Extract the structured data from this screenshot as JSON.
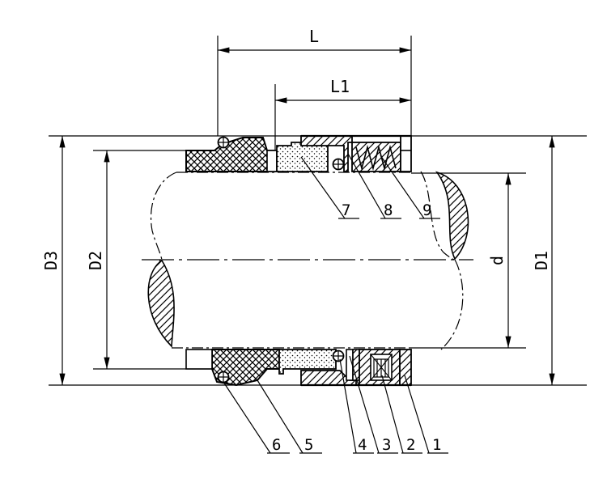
{
  "dimensions": {
    "L": "L",
    "L1": "L1",
    "D3": "D3",
    "D2": "D2",
    "D1": "D1",
    "d": "d"
  },
  "parts": [
    "1",
    "2",
    "3",
    "4",
    "5",
    "6",
    "7",
    "8",
    "9"
  ]
}
